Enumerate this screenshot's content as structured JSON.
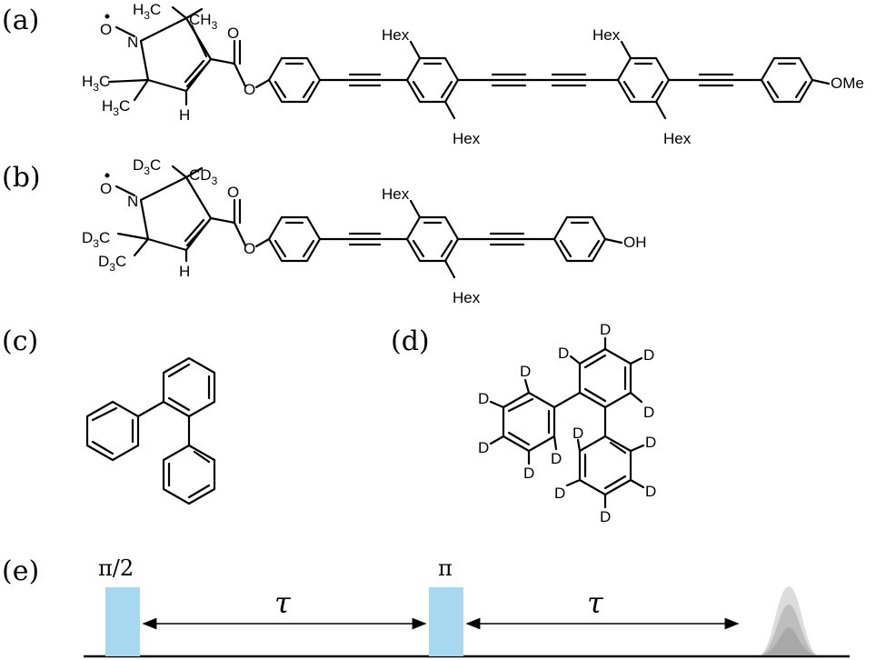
{
  "panels": {
    "a": {
      "label": "(a)"
    },
    "b": {
      "label": "(b)"
    },
    "c": {
      "label": "(c)"
    },
    "d": {
      "label": "(d)"
    },
    "e": {
      "label": "(e)"
    }
  },
  "atoms": {
    "N": "N",
    "O": "O",
    "H": "H",
    "hex": "Hex",
    "ome": "OMe",
    "oh": "OH",
    "D": "D",
    "C": "C",
    "CH": "CH",
    "H3": "H",
    "three": "3"
  },
  "sequence": {
    "pulse1": "π/2",
    "pulse2": "π",
    "tau": "τ",
    "colors": {
      "pulse": "#a8d8ef",
      "echo": "#9a9a9a",
      "axis": "#000000"
    }
  }
}
